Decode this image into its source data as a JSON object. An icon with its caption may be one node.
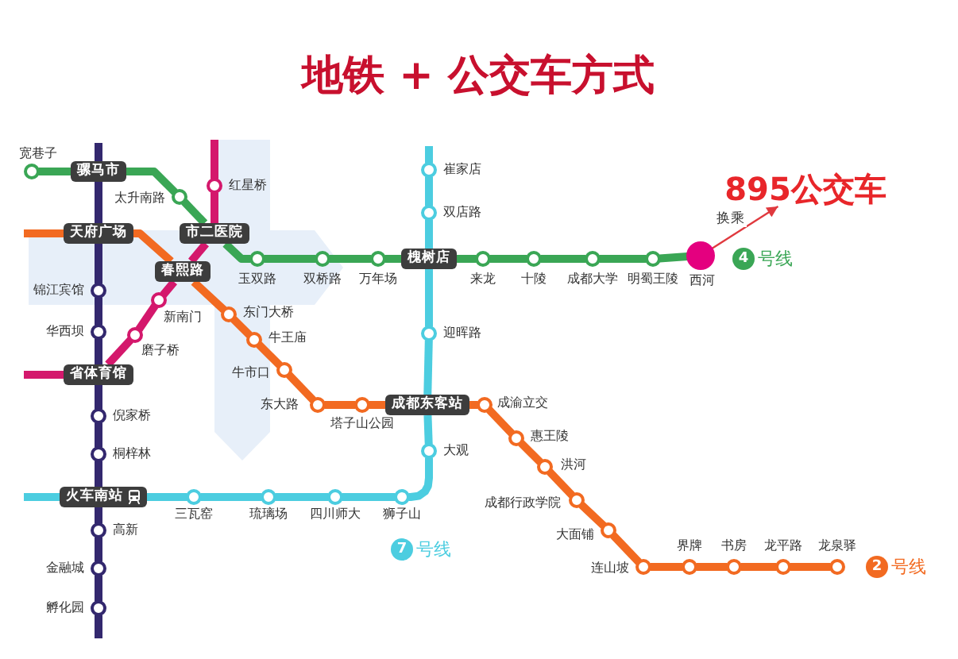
{
  "diagram": {
    "title": "地铁 + 公交车方式",
    "nodes": [
      {
        "text": [],
        "shape": "circle",
        "beside": [
          "宽巷子"
        ]
      },
      {
        "text": [
          "骡马市"
        ]
      },
      {
        "text": [],
        "shape": "circle",
        "beside": [
          "太升南路"
        ]
      },
      {
        "text": [
          "市二医院"
        ]
      },
      {
        "text": [],
        "shape": "circle",
        "beside": [
          "玉双路"
        ]
      },
      {
        "text": [],
        "shape": "circle",
        "beside": [
          "双桥路"
        ]
      },
      {
        "text": [],
        "shape": "circle",
        "beside": [
          "万年场"
        ]
      },
      {
        "text": [
          "槐树店"
        ]
      },
      {
        "text": [],
        "shape": "circle",
        "beside": [
          "来龙"
        ]
      },
      {
        "text": [],
        "shape": "circle",
        "beside": [
          "十陵"
        ]
      },
      {
        "text": [],
        "shape": "circle",
        "beside": [
          "成都大学"
        ]
      },
      {
        "text": [],
        "shape": "circle",
        "beside": [
          "明蜀王陵"
        ]
      },
      {
        "text": [],
        "shape": "circle",
        "beside": [
          "西河"
        ]
      },
      {
        "text": [
          "天府广场"
        ]
      },
      {
        "text": [
          "春熙路"
        ]
      },
      {
        "text": [],
        "shape": "circle",
        "beside": [
          "东门大桥"
        ]
      },
      {
        "text": [],
        "shape": "circle",
        "beside": [
          "牛王庙"
        ]
      },
      {
        "text": [],
        "shape": "circle",
        "beside": [
          "牛市口"
        ]
      },
      {
        "text": [],
        "shape": "circle",
        "beside": [
          "东大路"
        ]
      },
      {
        "text": [],
        "shape": "circle",
        "beside": [
          "塔子山公园"
        ]
      },
      {
        "text": [
          "成都东客站"
        ]
      },
      {
        "text": [],
        "shape": "circle",
        "beside": [
          "成渝立交"
        ]
      },
      {
        "text": [],
        "shape": "circle",
        "beside": [
          "惠王陵"
        ]
      },
      {
        "text": [],
        "shape": "circle",
        "beside": [
          "洪河"
        ]
      },
      {
        "text": [],
        "shape": "circle",
        "beside": [
          "成都行政学院"
        ]
      },
      {
        "text": [],
        "shape": "circle",
        "beside": [
          "大面铺"
        ]
      },
      {
        "text": [],
        "shape": "circle",
        "beside": [
          "连山坡"
        ]
      },
      {
        "text": [],
        "shape": "circle",
        "beside": [
          "界牌"
        ]
      },
      {
        "text": [],
        "shape": "circle",
        "beside": [
          "书房"
        ]
      },
      {
        "text": [],
        "shape": "circle",
        "beside": [
          "龙平路"
        ]
      },
      {
        "text": [],
        "shape": "circle",
        "beside": [
          "龙泉驿"
        ]
      },
      {
        "text": [],
        "shape": "circle",
        "beside": [
          "锦江宾馆"
        ]
      },
      {
        "text": [],
        "shape": "circle",
        "beside": [
          "华西坝"
        ]
      },
      {
        "text": [
          "省体育馆"
        ]
      },
      {
        "text": [],
        "shape": "circle",
        "beside": [
          "倪家桥"
        ]
      },
      {
        "text": [],
        "shape": "circle",
        "beside": [
          "桐梓林"
        ]
      },
      {
        "text": [
          "火车南站"
        ]
      },
      {
        "text": [],
        "shape": "circle",
        "beside": [
          "高新"
        ]
      },
      {
        "text": [],
        "shape": "circle",
        "beside": [
          "金融城"
        ]
      },
      {
        "text": [],
        "shape": "circle",
        "beside": [
          "孵化园"
        ]
      },
      {
        "text": [],
        "shape": "circle",
        "beside": [
          "红星桥"
        ]
      },
      {
        "text": [],
        "shape": "circle",
        "beside": [
          "新南门"
        ]
      },
      {
        "text": [],
        "shape": "circle",
        "beside": [
          "磨子桥"
        ]
      },
      {
        "text": [],
        "shape": "circle",
        "beside": [
          "崔家店"
        ]
      },
      {
        "text": [],
        "shape": "circle",
        "beside": [
          "双店路"
        ]
      },
      {
        "text": [],
        "shape": "circle",
        "beside": [
          "迎晖路"
        ]
      },
      {
        "text": [],
        "shape": "circle",
        "beside": [
          "大观"
        ]
      },
      {
        "text": [],
        "shape": "circle",
        "beside": [
          "狮子山"
        ]
      },
      {
        "text": [],
        "shape": "circle",
        "beside": [
          "四川师大"
        ]
      },
      {
        "text": [],
        "shape": "circle",
        "beside": [
          "琉璃场"
        ]
      },
      {
        "text": [],
        "shape": "circle",
        "beside": [
          "三瓦窑"
        ]
      },
      {
        "text": [
          "895公交车"
        ]
      }
    ],
    "edges": [
      {
        "from": 0,
        "to": 1,
        "arrow": "none",
        "color": "#3aa655"
      },
      {
        "from": 1,
        "to": 2,
        "arrow": "none",
        "color": "#3aa655"
      },
      {
        "from": 2,
        "to": 3,
        "arrow": "none",
        "color": "#3aa655"
      },
      {
        "from": 3,
        "to": 4,
        "arrow": "none",
        "color": "#3aa655"
      },
      {
        "from": 4,
        "to": 5,
        "arrow": "none",
        "color": "#3aa655"
      },
      {
        "from": 5,
        "to": 6,
        "arrow": "none",
        "color": "#3aa655"
      },
      {
        "from": 6,
        "to": 7,
        "arrow": "none",
        "color": "#3aa655"
      },
      {
        "from": 7,
        "to": 8,
        "arrow": "none",
        "color": "#3aa655"
      },
      {
        "from": 8,
        "to": 9,
        "arrow": "none",
        "color": "#3aa655"
      },
      {
        "from": 9,
        "to": 10,
        "arrow": "none",
        "color": "#3aa655"
      },
      {
        "from": 10,
        "to": 11,
        "arrow": "none",
        "color": "#3aa655"
      },
      {
        "from": 11,
        "to": 12,
        "arrow": "none",
        "color": "#3aa655"
      },
      {
        "from": null,
        "to": 13,
        "arrow": "none"
      },
      {
        "from": 13,
        "to": 14,
        "arrow": "none"
      },
      {
        "from": 14,
        "to": 15,
        "arrow": "none"
      },
      {
        "from": 15,
        "to": 16,
        "arrow": "none"
      },
      {
        "from": 16,
        "to": 17,
        "arrow": "none"
      },
      {
        "from": 17,
        "to": 18,
        "arrow": "none"
      },
      {
        "from": 18,
        "to": 19,
        "arrow": "none"
      },
      {
        "from": 19,
        "to": 20,
        "arrow": "none"
      },
      {
        "from": 20,
        "to": 21,
        "arrow": "none"
      },
      {
        "from": 21,
        "to": 22,
        "arrow": "none"
      },
      {
        "from": 22,
        "to": 23,
        "arrow": "none"
      },
      {
        "from": 23,
        "to": 24,
        "arrow": "none"
      },
      {
        "from": 24,
        "to": 25,
        "arrow": "none"
      },
      {
        "from": 25,
        "to": 26,
        "arrow": "none"
      },
      {
        "from": 26,
        "to": 27,
        "arrow": "none"
      },
      {
        "from": 27,
        "to": 28,
        "arrow": "none"
      },
      {
        "from": 28,
        "to": 29,
        "arrow": "none"
      },
      {
        "from": 29,
        "to": 30,
        "arrow": "none"
      },
      {
        "from": null,
        "to": 1,
        "arrow": "none",
        "color": "#33286e"
      },
      {
        "from": 1,
        "to": 13,
        "arrow": "none",
        "color": "#33286e"
      },
      {
        "from": 13,
        "to": 31,
        "arrow": "none",
        "color": "#33286e"
      },
      {
        "from": 31,
        "to": 32,
        "arrow": "none",
        "color": "#33286e"
      },
      {
        "from": 32,
        "to": 33,
        "arrow": "none",
        "color": "#33286e"
      },
      {
        "from": 33,
        "to": 34,
        "arrow": "none",
        "color": "#33286e"
      },
      {
        "from": 34,
        "to": 35,
        "arrow": "none",
        "color": "#33286e"
      },
      {
        "from": 35,
        "to": 36,
        "arrow": "none",
        "color": "#33286e"
      },
      {
        "from": 36,
        "to": 37,
        "arrow": "none",
        "color": "#33286e"
      },
      {
        "from": 37,
        "to": 38,
        "arrow": "none",
        "color": "#33286e"
      },
      {
        "from": 38,
        "to": 39,
        "arrow": "none",
        "color": "#33286e"
      },
      {
        "from": 39,
        "to": null,
        "arrow": "none",
        "color": "#33286e"
      },
      {
        "from": null,
        "to": 40,
        "arrow": "none",
        "color": "#d4186c"
      },
      {
        "from": 40,
        "to": 3,
        "arrow": "none",
        "color": "#d4186c"
      },
      {
        "from": 3,
        "to": 14,
        "arrow": "none",
        "color": "#d4186c"
      },
      {
        "from": 14,
        "to": 41,
        "arrow": "none",
        "color": "#d4186c"
      },
      {
        "from": 41,
        "to": 42,
        "arrow": "none",
        "color": "#d4186c"
      },
      {
        "from": 42,
        "to": 33,
        "arrow": "none",
        "color": "#d4186c"
      },
      {
        "from": 33,
        "to": null,
        "arrow": "none",
        "color": "#d4186c"
      },
      {
        "from": null,
        "to": 43,
        "arrow": "none",
        "color": "#4ccde0"
      },
      {
        "from": 43,
        "to": 44,
        "arrow": "none",
        "color": "#4ccde0"
      },
      {
        "from": 44,
        "to": 7,
        "arrow": "none",
        "color": "#4ccde0"
      },
      {
        "from": 7,
        "to": 45,
        "arrow": "none",
        "color": "#4ccde0"
      },
      {
        "from": 45,
        "to": 20,
        "arrow": "none",
        "color": "#4ccde0"
      },
      {
        "from": 20,
        "to": 46,
        "arrow": "none",
        "color": "#4ccde0"
      },
      {
        "from": 46,
        "to": 47,
        "arrow": "none",
        "color": "#4ccde0"
      },
      {
        "from": 47,
        "to": 48,
        "arrow": "none",
        "color": "#4ccde0"
      },
      {
        "from": 48,
        "to": 49,
        "arrow": "none",
        "color": "#4ccde0"
      },
      {
        "from": 49,
        "to": 50,
        "arrow": "none",
        "color": "#4ccde0"
      },
      {
        "from": 50,
        "to": 36,
        "arrow": "none",
        "color": "#4ccde0"
      },
      {
        "from": 36,
        "to": null,
        "arrow": "none",
        "color": "#4ccde0"
      },
      {
        "from": 12,
        "to": 51,
        "arrow": "to",
        "color": "#e0393e",
        "label": "换乘"
      }
    ],
    "labels": [
      "4",
      "号线",
      "7",
      "号线",
      "2",
      "号线"
    ]
  }
}
